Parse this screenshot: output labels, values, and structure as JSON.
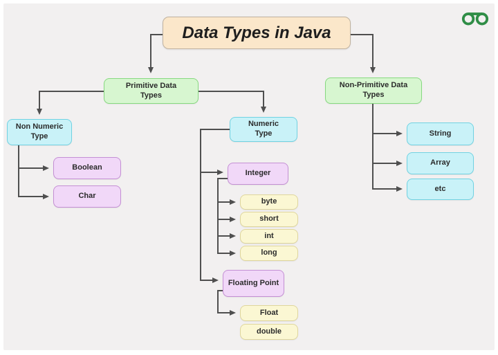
{
  "canvas": {
    "background": "#f2f0f0",
    "frame": "#ffffff"
  },
  "title": {
    "label": "Data Types in Java",
    "fill": "#fbe7ca",
    "border": "#bfb2a0"
  },
  "logo": {
    "name": "geeksforgeeks-logo",
    "color": "#2f8d46"
  },
  "palette": {
    "green_fill": "#d7f6d0",
    "green_border": "#86d97f",
    "cyan_fill": "#c9f2f8",
    "cyan_border": "#70d2e2",
    "purple_fill": "#f1d8f8",
    "purple_border": "#c48fd4",
    "yellow_fill": "#fbf7d3",
    "yellow_border": "#dfd69c",
    "connector": "#4f4f4f",
    "text": "#2b2b2b"
  },
  "nodes": {
    "primitive": {
      "label": "Primitive Data Types"
    },
    "non_primitive": {
      "label": "Non-Primitive Data Types"
    },
    "non_numeric": {
      "label": "Non Numeric Type"
    },
    "numeric": {
      "label": "Numeric Type"
    },
    "boolean": {
      "label": "Boolean"
    },
    "char": {
      "label": "Char"
    },
    "integer": {
      "label": "Integer"
    },
    "byte": {
      "label": "byte"
    },
    "short": {
      "label": "short"
    },
    "int": {
      "label": "int"
    },
    "long": {
      "label": "long"
    },
    "floating_point": {
      "label": "Floating Point"
    },
    "float": {
      "label": "Float"
    },
    "double": {
      "label": "double"
    },
    "string": {
      "label": "String"
    },
    "array": {
      "label": "Array"
    },
    "etc": {
      "label": "etc"
    }
  }
}
